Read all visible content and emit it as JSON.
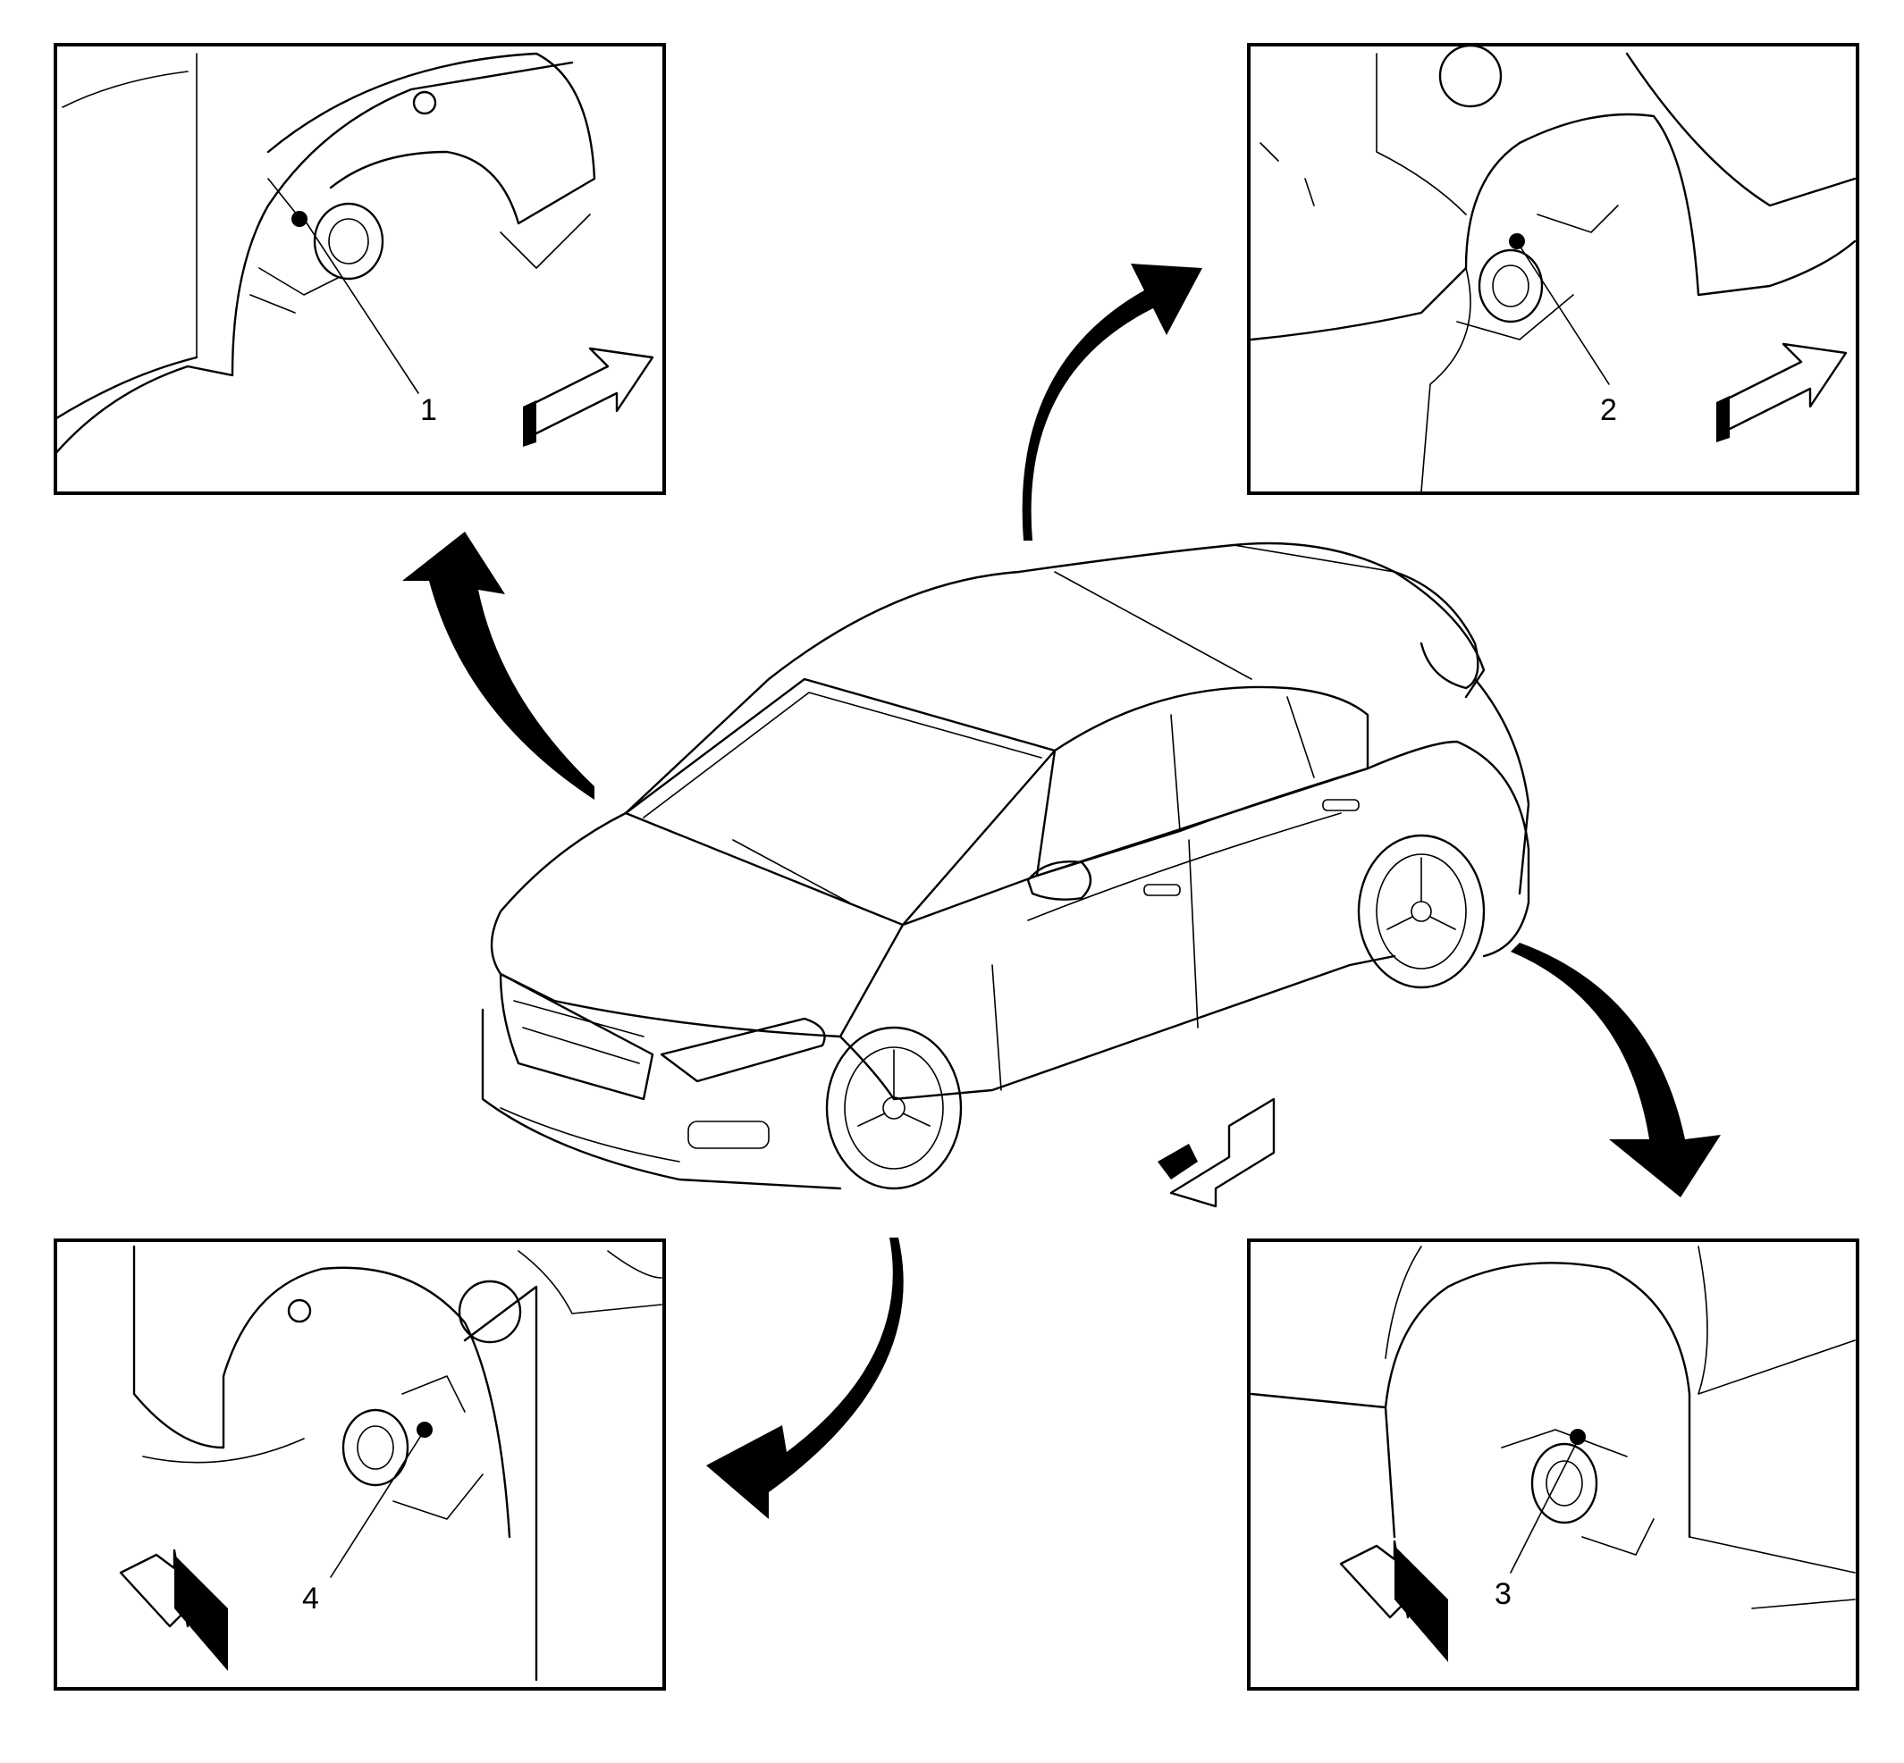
{
  "callouts": [
    {
      "id": "1",
      "label": "1"
    },
    {
      "id": "2",
      "label": "2"
    },
    {
      "id": "3",
      "label": "3"
    },
    {
      "id": "4",
      "label": "4"
    }
  ],
  "colors": {
    "line": "#000000",
    "background": "#ffffff"
  },
  "icons": [
    "direction-arrow-icon",
    "curved-pointer-arrow-icon",
    "wheel-hub-icon"
  ]
}
